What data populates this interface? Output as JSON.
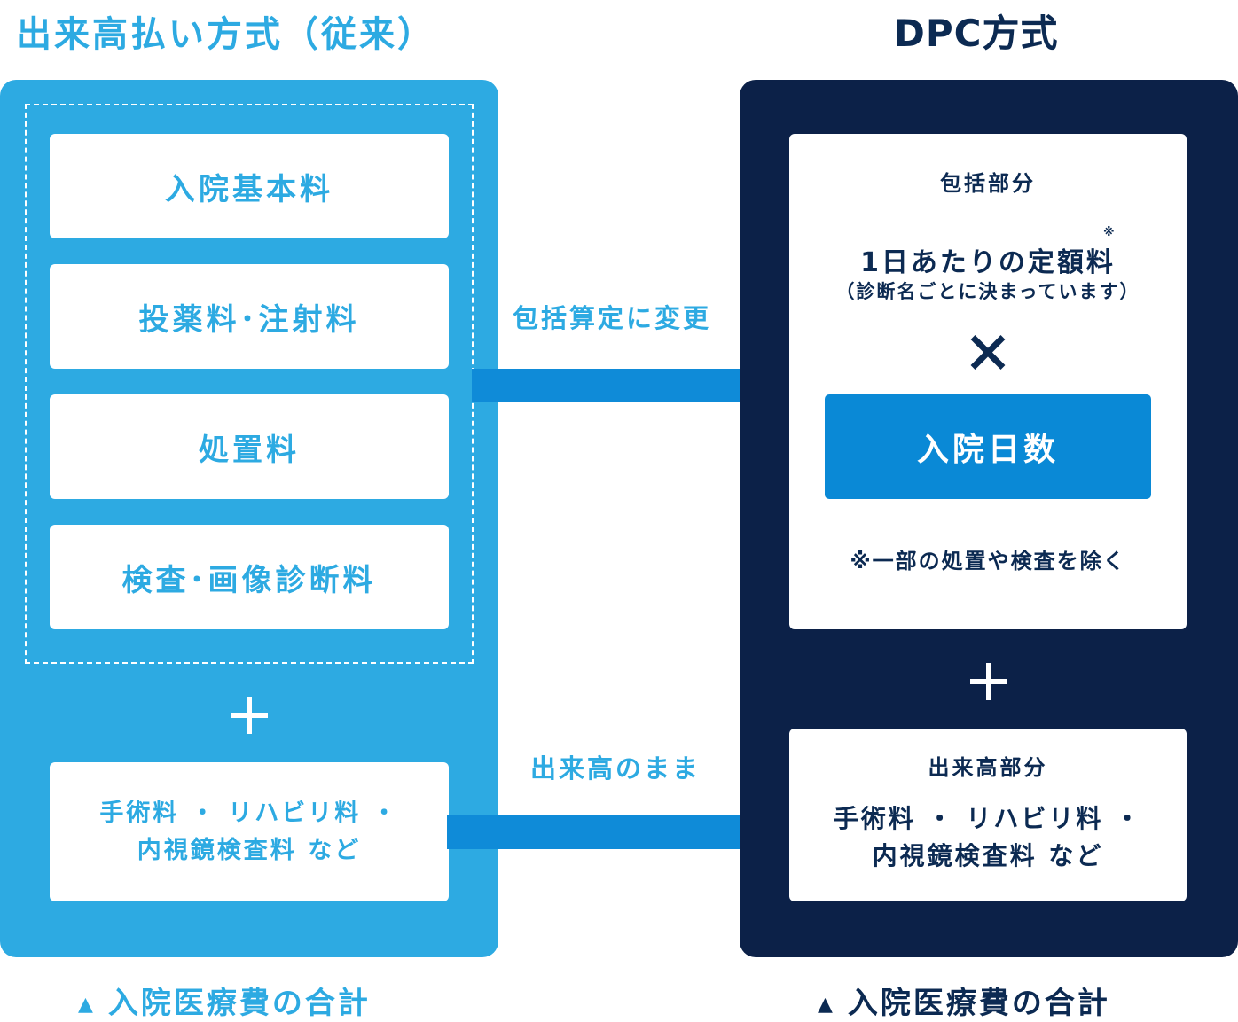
{
  "left": {
    "title": "出来高払い方式（従来）",
    "items": [
      "入院基本料",
      "投薬料･注射料",
      "処置料",
      "検査･画像診断料"
    ],
    "plus": "+",
    "bottom_line1": "手術料 ・ リハビリ料 ・",
    "bottom_line2": "内視鏡検査料 など",
    "footer": "入院医療費の合計"
  },
  "middle": {
    "arrow_top_label": "包括算定に変更",
    "arrow_bottom_label": "出来高のまま"
  },
  "right": {
    "title": "DPC方式",
    "inclusive": {
      "heading": "包括部分",
      "daily_fee": "1日あたりの定額料",
      "note_mark": "※",
      "daily_fee_note": "（診断名ごとに決まっています）",
      "times": "×",
      "days_label": "入院日数",
      "footnote": "※一部の処置や検査を除く"
    },
    "plus": "+",
    "fee_for_service": {
      "heading": "出来高部分",
      "line1": "手術料 ・ リハビリ料 ・",
      "line2": "内視鏡検査料 など"
    },
    "footer": "入院医療費の合計"
  },
  "colors": {
    "left_blue": "#2daae2",
    "navy": "#0c2148",
    "arrow_blue": "#0f8bd8",
    "days_box_blue": "#0a89d6"
  },
  "footer_marker": "▲"
}
